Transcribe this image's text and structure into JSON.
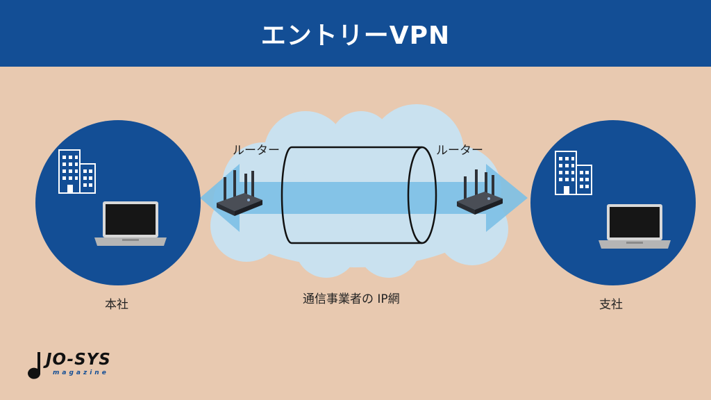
{
  "header": {
    "title": "エントリーVPN"
  },
  "nodes": {
    "hq": {
      "label": "本社"
    },
    "branch": {
      "label": "支社"
    }
  },
  "routers": {
    "left_label": "ルーター",
    "right_label": "ルーター"
  },
  "network": {
    "label": "通信事業者の IP網"
  },
  "logo": {
    "main": "JO-SYS",
    "sub": "magazine"
  },
  "colors": {
    "header": "#134e95",
    "background": "#e8c9b0",
    "circle": "#134e95",
    "cloud": "#c9e1ef",
    "arrow": "#7cc0e6"
  }
}
